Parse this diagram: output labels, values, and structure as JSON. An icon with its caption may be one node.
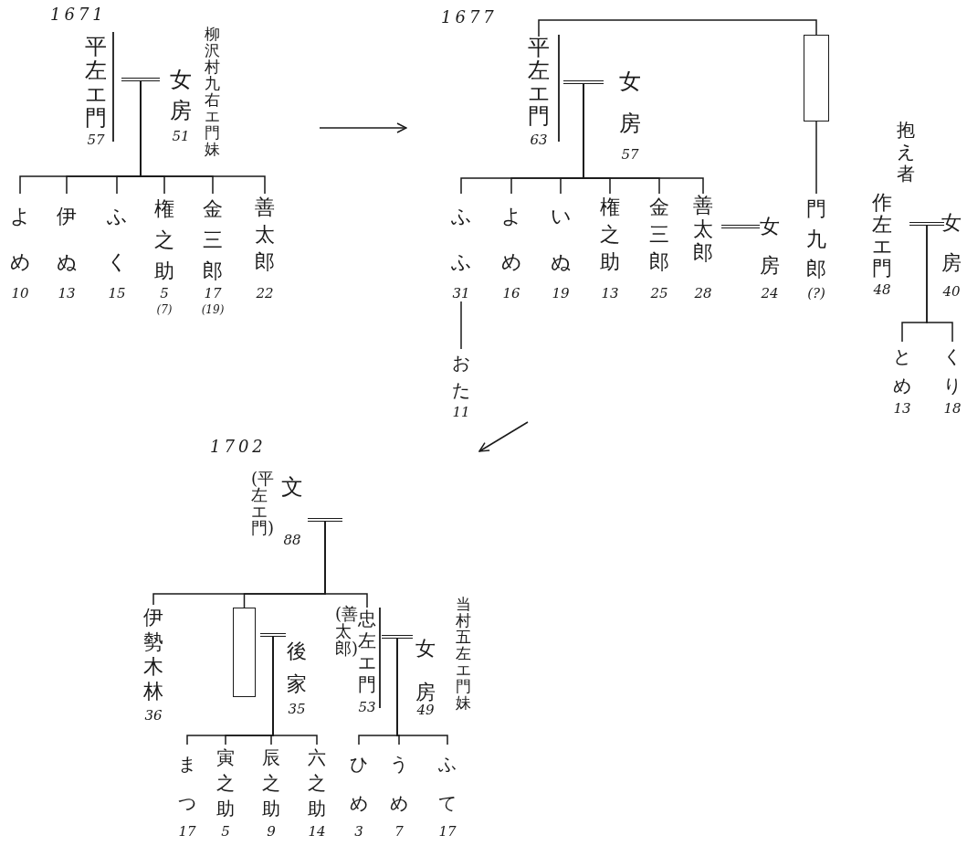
{
  "diagram": {
    "nodes": [
      {
        "text": [
          "1671"
        ]
      },
      {
        "text": [
          "平左エ門",
          "57"
        ],
        "in": 0
      },
      {
        "text": [],
        "shape": "bar",
        "in": 0
      },
      {
        "text": [
          "女房",
          "51"
        ],
        "beside": [
          "柳沢村九右エ門妹"
        ],
        "in": 0
      },
      {
        "text": [
          "よめ",
          "10"
        ],
        "in": 0
      },
      {
        "text": [
          "伊ぬ",
          "13"
        ],
        "in": 0
      },
      {
        "text": [
          "ふく",
          "15"
        ],
        "in": 0
      },
      {
        "text": [
          "権之助",
          "5",
          "(7)"
        ],
        "in": 0
      },
      {
        "text": [
          "金三郎",
          "17",
          "(19)"
        ],
        "in": 0
      },
      {
        "text": [
          "善太郎",
          "22"
        ],
        "in": 0
      },
      {
        "text": [
          "1677"
        ]
      },
      {
        "text": [
          "平左エ門",
          "63"
        ],
        "in": 10
      },
      {
        "text": [],
        "shape": "bar",
        "in": 10
      },
      {
        "text": [
          "女房",
          "57"
        ],
        "in": 10
      },
      {
        "text": [
          "ふふ",
          "31"
        ],
        "in": 10
      },
      {
        "text": [
          "よめ",
          "16"
        ],
        "in": 10
      },
      {
        "text": [
          "いぬ",
          "19"
        ],
        "in": 10
      },
      {
        "text": [
          "権之助",
          "13"
        ],
        "in": 10
      },
      {
        "text": [
          "金三郎",
          "25"
        ],
        "in": 10
      },
      {
        "text": [
          "善太郎",
          "28"
        ],
        "in": 10
      },
      {
        "text": [],
        "shape": "bar",
        "in": 10
      },
      {
        "text": [
          "女房",
          "24"
        ],
        "in": 10
      },
      {
        "text": [],
        "shape": "box",
        "in": 10
      },
      {
        "text": [
          "門九郎",
          "(?)"
        ],
        "in": 10
      },
      {
        "text": [
          "おた",
          "11"
        ],
        "in": 10
      },
      {
        "text": [
          "作左エ門",
          "48"
        ],
        "beside": [
          "抱え者"
        ],
        "in": 10
      },
      {
        "text": [],
        "shape": "bar",
        "in": 10
      },
      {
        "text": [
          "女房",
          "40"
        ],
        "in": 10
      },
      {
        "text": [
          "とめ",
          "13"
        ],
        "in": 10
      },
      {
        "text": [
          "くり",
          "18"
        ],
        "in": 10
      },
      {
        "text": [
          "1702"
        ]
      },
      {
        "text": [
          "文",
          "88"
        ],
        "beside": [
          "(平左エ門)"
        ],
        "in": 30
      },
      {
        "text": [],
        "shape": "bar",
        "in": 30
      },
      {
        "text": [
          "伊勢木林",
          "36"
        ],
        "in": 30
      },
      {
        "text": [],
        "shape": "box",
        "in": 30
      },
      {
        "text": [],
        "shape": "bar",
        "in": 30
      },
      {
        "text": [
          "後家",
          "35"
        ],
        "in": 30
      },
      {
        "text": [
          "忠左エ門",
          "53"
        ],
        "beside": [
          "(善太郎)"
        ],
        "in": 30
      },
      {
        "text": [],
        "shape": "bar",
        "in": 30
      },
      {
        "text": [
          "女房",
          "49"
        ],
        "beside": [
          "当村五左エ門妹"
        ],
        "in": 30
      },
      {
        "text": [
          "まつ",
          "17"
        ],
        "in": 30
      },
      {
        "text": [
          "寅之助",
          "5"
        ],
        "in": 30
      },
      {
        "text": [
          "辰之助",
          "9"
        ],
        "in": 30
      },
      {
        "text": [
          "六之助",
          "14"
        ],
        "in": 30
      },
      {
        "text": [
          "ひめ",
          "3"
        ],
        "in": 30
      },
      {
        "text": [
          "うめ",
          "7"
        ],
        "in": 30
      },
      {
        "text": [
          "ふて",
          "17"
        ],
        "in": 30
      }
    ],
    "edges": [
      {
        "from": 0,
        "to": 10,
        "arrow": "to"
      },
      {
        "from": 10,
        "to": 30,
        "arrow": "to"
      },
      {
        "from": 2,
        "to": 4,
        "arrow": "none"
      },
      {
        "from": 2,
        "to": 5,
        "arrow": "none"
      },
      {
        "from": 2,
        "to": 6,
        "arrow": "none"
      },
      {
        "from": 2,
        "to": 7,
        "arrow": "none"
      },
      {
        "from": 2,
        "to": 8,
        "arrow": "none"
      },
      {
        "from": 2,
        "to": 9,
        "arrow": "none"
      },
      {
        "from": 12,
        "to": 14,
        "arrow": "none"
      },
      {
        "from": 12,
        "to": 15,
        "arrow": "none"
      },
      {
        "from": 12,
        "to": 16,
        "arrow": "none"
      },
      {
        "from": 12,
        "to": 17,
        "arrow": "none"
      },
      {
        "from": 12,
        "to": 18,
        "arrow": "none"
      },
      {
        "from": 12,
        "to": 19,
        "arrow": "none"
      },
      {
        "from": 11,
        "to": 22,
        "arrow": "none"
      },
      {
        "from": 22,
        "to": 23,
        "arrow": "none"
      },
      {
        "from": 14,
        "to": 24,
        "arrow": "none"
      },
      {
        "from": 26,
        "to": 28,
        "arrow": "none"
      },
      {
        "from": 26,
        "to": 29,
        "arrow": "none"
      },
      {
        "from": 32,
        "to": 33,
        "arrow": "none"
      },
      {
        "from": 32,
        "to": 34,
        "arrow": "none"
      },
      {
        "from": 32,
        "to": 37,
        "arrow": "none"
      },
      {
        "from": 35,
        "to": 40,
        "arrow": "none"
      },
      {
        "from": 35,
        "to": 41,
        "arrow": "none"
      },
      {
        "from": 35,
        "to": 42,
        "arrow": "none"
      },
      {
        "from": 35,
        "to": 43,
        "arrow": "none"
      },
      {
        "from": 38,
        "to": 44,
        "arrow": "none"
      },
      {
        "from": 38,
        "to": 45,
        "arrow": "none"
      },
      {
        "from": 38,
        "to": 46,
        "arrow": "none"
      }
    ]
  }
}
